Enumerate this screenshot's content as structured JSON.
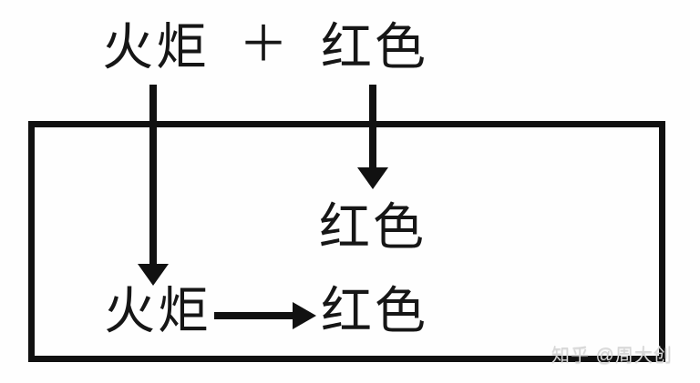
{
  "diagram": {
    "equation": {
      "left": "火炬",
      "operator": "＋",
      "right": "红色"
    },
    "box": {
      "result_label": "红色",
      "mapping_from": "火炬",
      "mapping_to": "红色"
    },
    "arrows": [
      {
        "name": "torch-down-arrow",
        "direction": "down"
      },
      {
        "name": "red-down-arrow",
        "direction": "down"
      },
      {
        "name": "mapping-right-arrow",
        "direction": "right"
      }
    ],
    "colors": {
      "ink": "#111111",
      "background": "#fefefe",
      "watermark": "#d7d7d7"
    }
  },
  "watermark": {
    "text": "知乎 @周大创"
  }
}
